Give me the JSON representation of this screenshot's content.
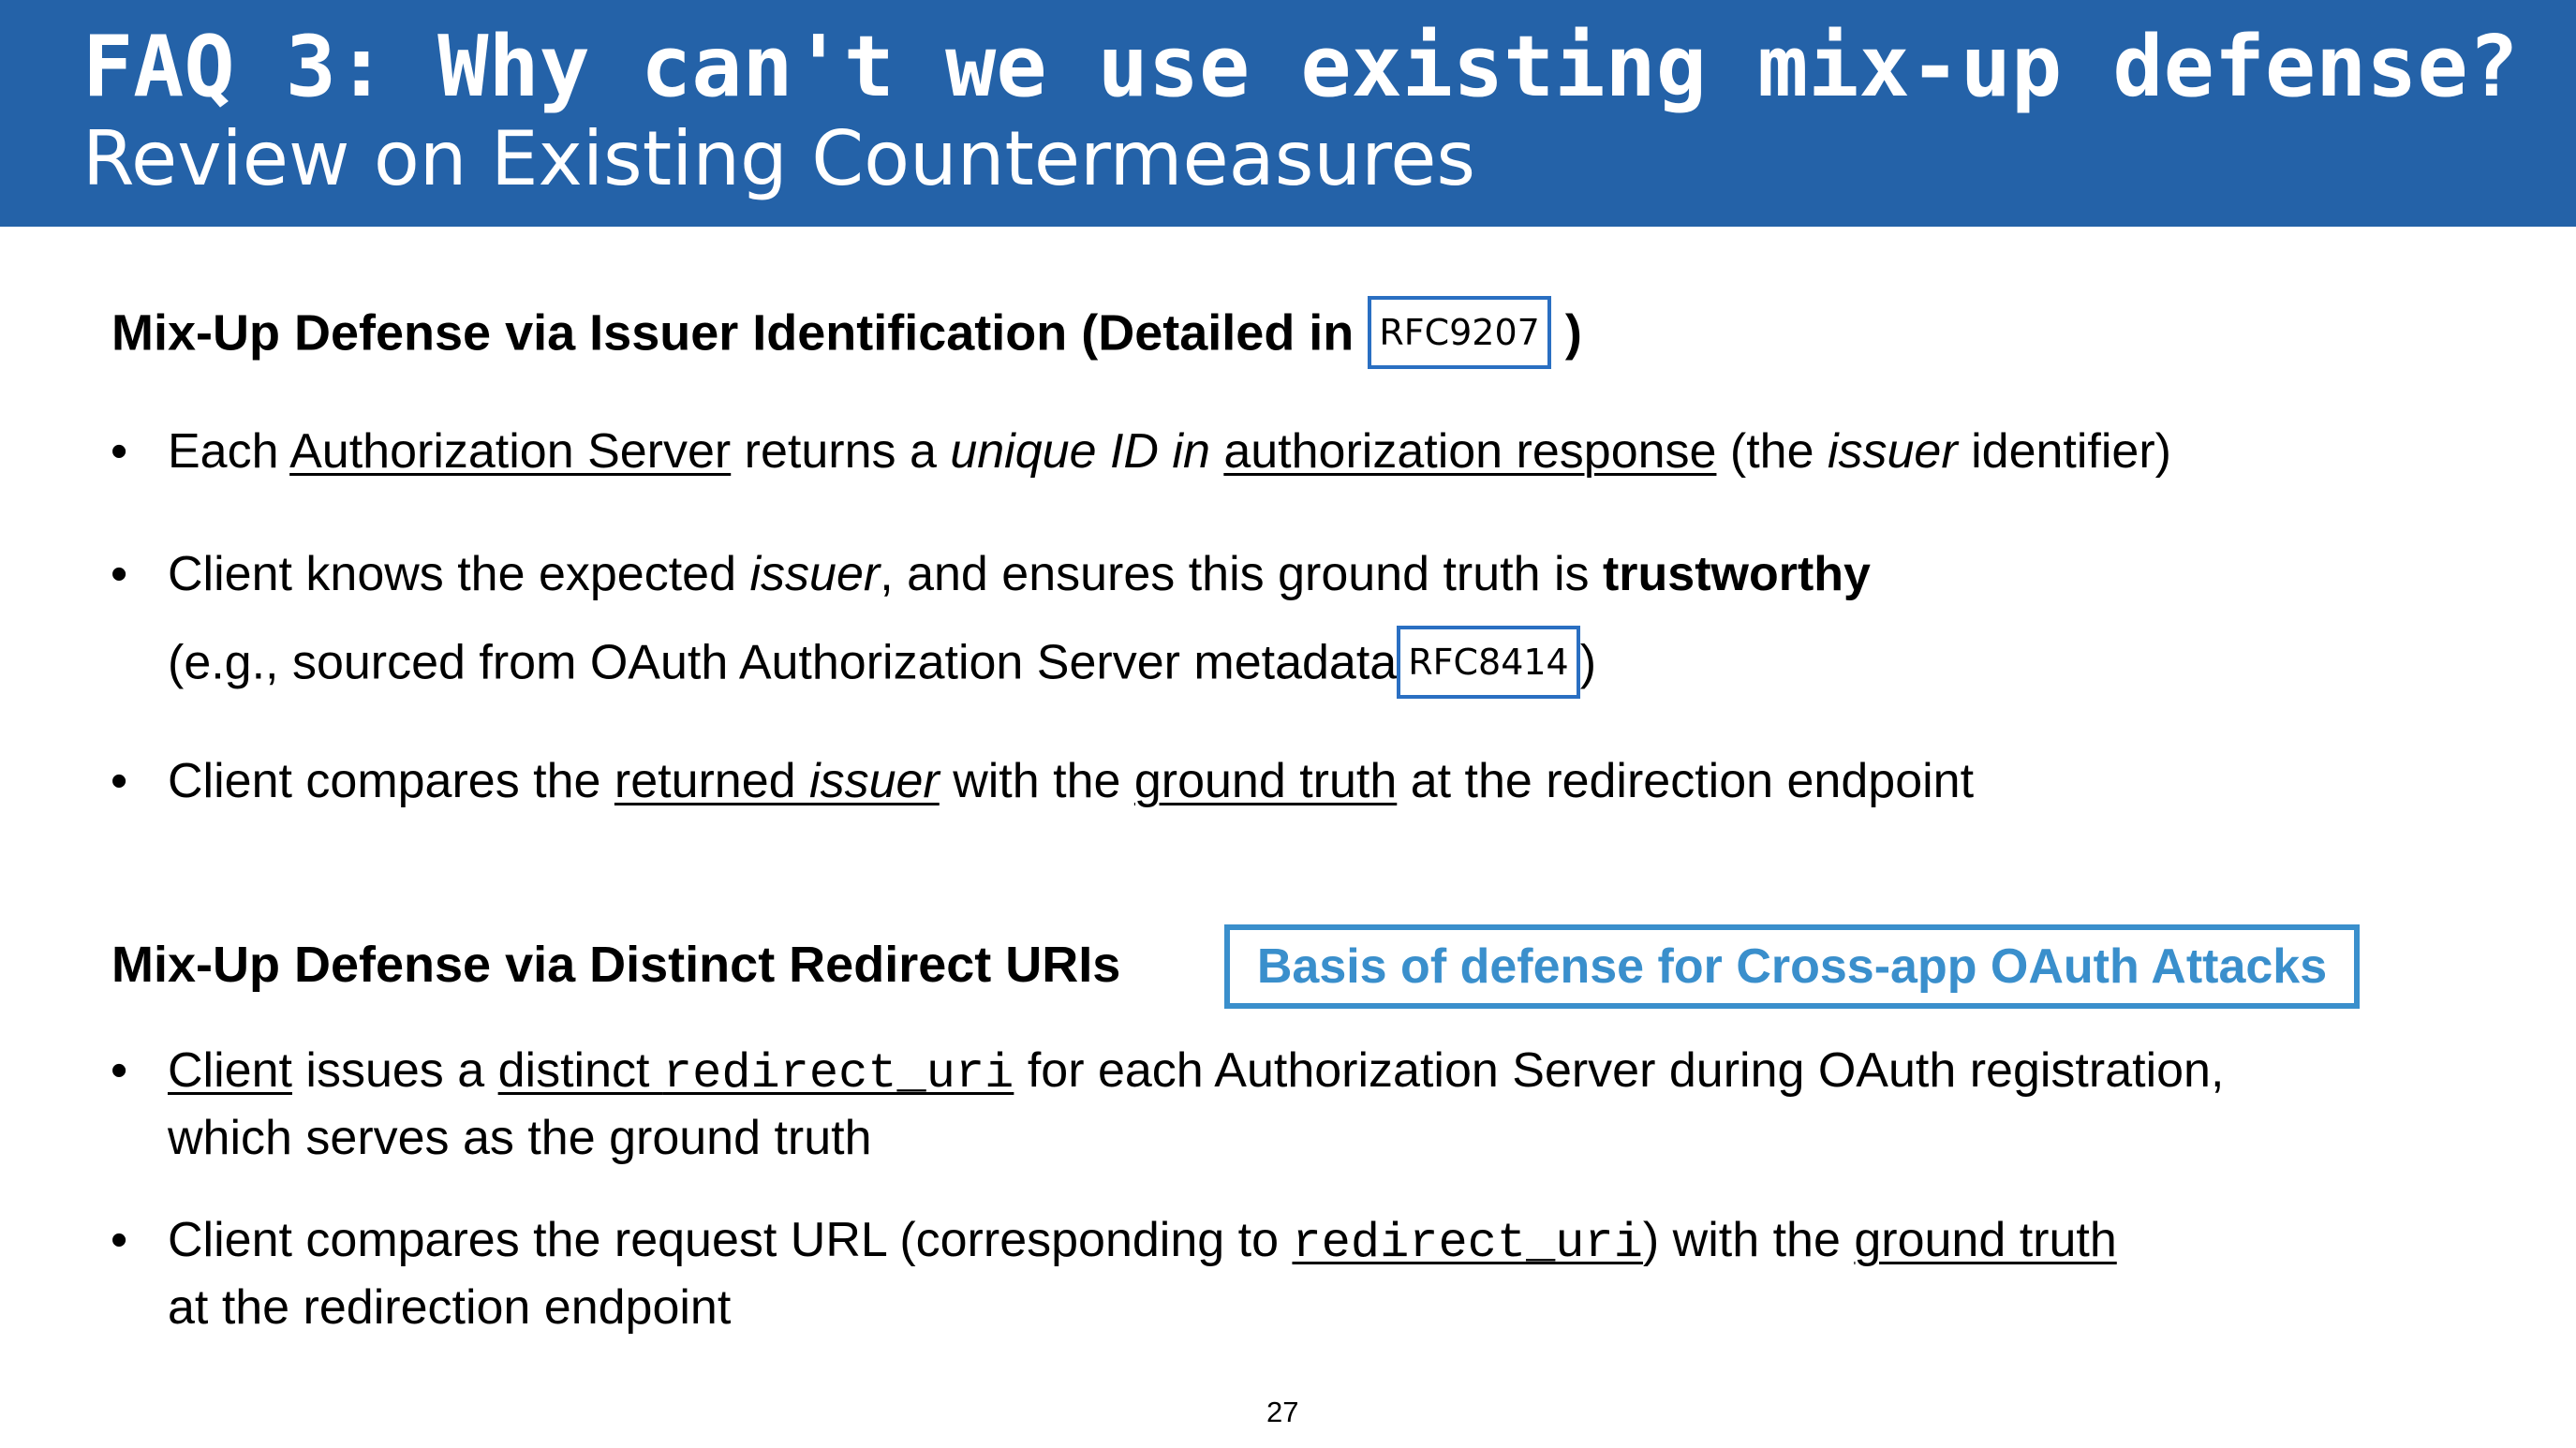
{
  "header": {
    "title": "FAQ 3: Why can't we use existing mix-up defense?",
    "subtitle": "Review on Existing Countermeasures"
  },
  "section1": {
    "heading": "Mix-Up Defense via Issuer Identification (Detailed in",
    "heading_rfc": "RFC9207",
    "heading_close": ")",
    "bullet1": {
      "t1": "Each ",
      "u1": "Authorization Server",
      "t2": " returns a ",
      "i1": "unique ID in",
      "t3": " ",
      "u2": "authorization response",
      "t4": " (the ",
      "i2": "issuer",
      "t5": " identifier)"
    },
    "bullet2": {
      "t1": "Client knows the expected ",
      "i1": "issuer",
      "t2": ", and ensures this ground truth is ",
      "b1": "trustworthy",
      "t3": "(e.g., sourced from OAuth Authorization Server metadata",
      "rfc": "RFC8414",
      "t4": ")"
    },
    "bullet3": {
      "t1": "Client compares the ",
      "u1": "returned ",
      "ui1": "issuer",
      "t2": " with the ",
      "u2": "ground truth",
      "t3": " at the redirection endpoint"
    }
  },
  "section2": {
    "heading": "Mix-Up Defense via Distinct Redirect URIs",
    "callout": "Basis of defense for Cross-app OAuth Attacks",
    "bullet1": {
      "u1": "Client",
      "t1": " issues a ",
      "u2": "distinct ",
      "c1": "redirect_uri",
      "t2": " for each Authorization Server during OAuth registration,",
      "t3": "which serves as the ground truth"
    },
    "bullet2": {
      "t1": "Client compares the request URL (corresponding to ",
      "c1": "redirect_uri",
      "t2": ") with the ",
      "u1": "ground truth",
      "t3": "at the redirection endpoint"
    }
  },
  "bullet_char": "•",
  "page_number": "27",
  "colors": {
    "header": "#2462A8",
    "rfc_border": "#2A6FC2",
    "callout": "#3A8FCC"
  }
}
